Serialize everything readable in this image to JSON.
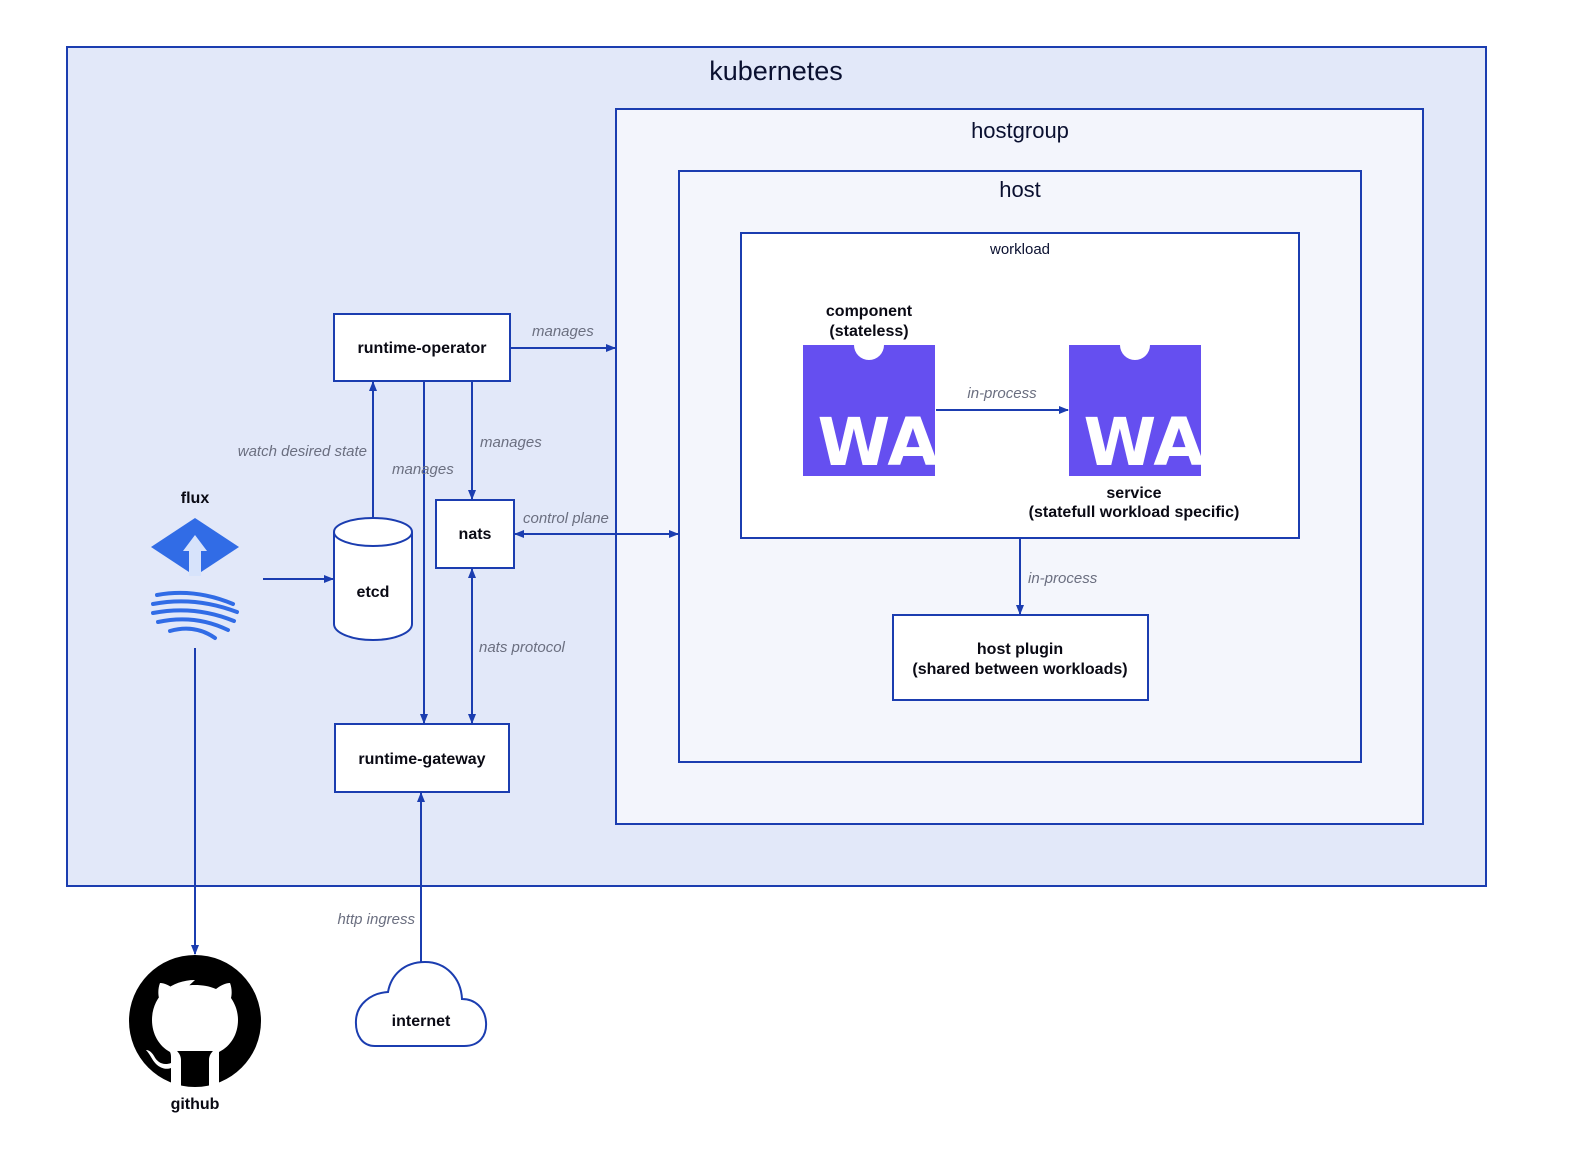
{
  "containers": {
    "kubernetes": "kubernetes",
    "hostgroup": "hostgroup",
    "host": "host",
    "workload": "workload"
  },
  "nodes": {
    "runtime_operator": "runtime-operator",
    "nats": "nats",
    "etcd": "etcd",
    "runtime_gateway": "runtime-gateway",
    "flux": "flux",
    "github": "github",
    "internet": "internet",
    "component_line1": "component",
    "component_line2": "(stateless)",
    "service_line1": "service",
    "service_line2": "(statefull workload specific)",
    "host_plugin_line1": "host plugin",
    "host_plugin_line2": "(shared between workloads)",
    "wa_logo_text": "WA"
  },
  "edges": {
    "operator_to_hostgroup": "manages",
    "operator_to_nats": "manages",
    "operator_to_gateway": "manages",
    "etcd_to_operator": "watch desired state",
    "nats_host": "control plane",
    "nats_gateway": "nats protocol",
    "component_service": "in-process",
    "workload_plugin": "in-process",
    "internet_gateway": "http ingress"
  },
  "colors": {
    "border": "#1b3db0",
    "kubernetes_fill": "#e2e8f9",
    "hostgroup_fill": "#f3f5fc",
    "host_fill": "#f4f6fc",
    "node_fill": "#ffffff",
    "wasm_purple": "#654ff0",
    "flux_blue": "#316ce6",
    "github_black": "#000000"
  },
  "icons": [
    "flux-icon",
    "github-icon",
    "wasm-icon",
    "cloud-icon",
    "cylinder-icon"
  ]
}
